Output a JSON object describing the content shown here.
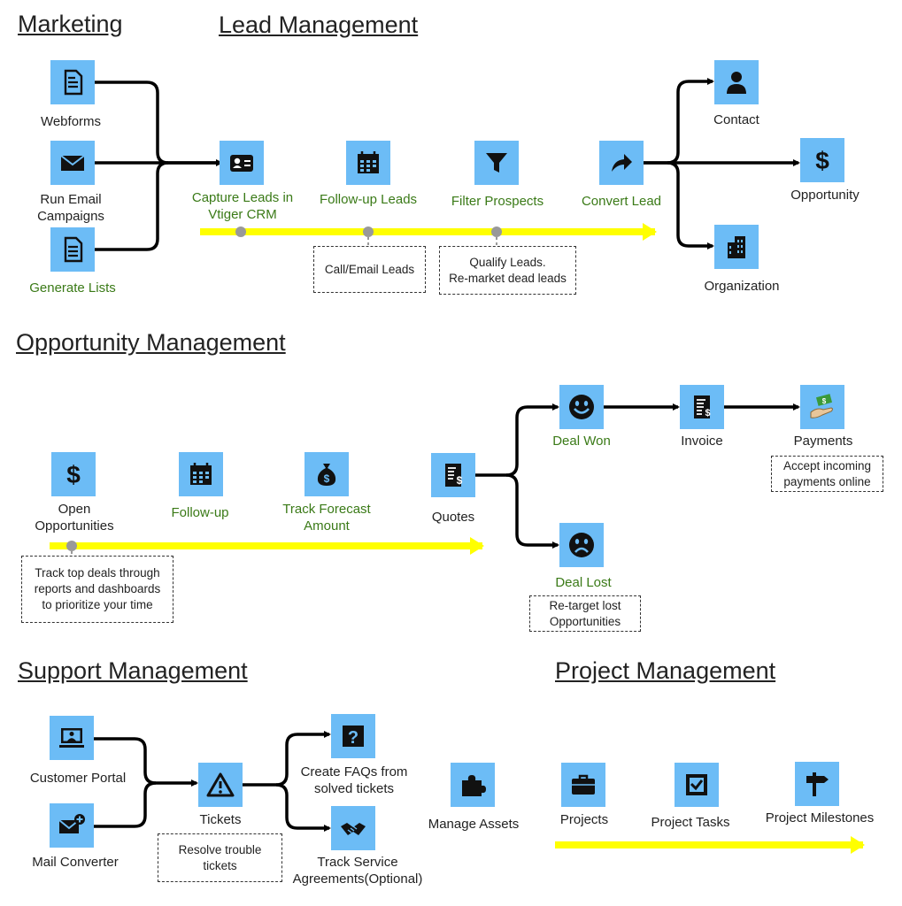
{
  "headings": {
    "marketing": "Marketing",
    "lead": "Lead Management",
    "opportunity": "Opportunity Management",
    "support": "Support Management",
    "project": "Project Management"
  },
  "marketing": {
    "webforms": "Webforms",
    "run_email": "Run Email\nCampaigns",
    "generate_lists": "Generate Lists"
  },
  "lead": {
    "capture": "Capture Leads in\nVtiger CRM",
    "followup": "Follow-up Leads",
    "filter": "Filter Prospects",
    "convert": "Convert Lead",
    "contact": "Contact",
    "opportunity": "Opportunity",
    "organization": "Organization",
    "note_call": "Call/Email Leads",
    "note_qualify": "Qualify Leads.\nRe-market dead leads"
  },
  "opportunity": {
    "open": "Open\nOpportunities",
    "followup": "Follow-up",
    "forecast": "Track Forecast\nAmount",
    "quotes": "Quotes",
    "deal_won": "Deal Won",
    "invoice": "Invoice",
    "payments": "Payments",
    "deal_lost": "Deal Lost",
    "note_track": "Track top deals through\nreports and dashboards\n to prioritize your time",
    "note_payments": "Accept incoming\npayments online",
    "note_retarget": "Re-target lost\nOpportunities"
  },
  "support": {
    "customer_portal": "Customer Portal",
    "mail_converter": "Mail Converter",
    "tickets": "Tickets",
    "faqs": "Create FAQs from\nsolved tickets",
    "service": "Track Service\nAgreements(Optional)",
    "note_resolve": "Resolve trouble\ntickets",
    "manage_assets": "Manage Assets"
  },
  "project": {
    "projects": "Projects",
    "tasks": "Project Tasks",
    "milestones": "Project Milestones"
  },
  "colors": {
    "icon_bg": "#6cbcf6",
    "highlight_label": "#3a7a17",
    "timeline": "#ffff00",
    "connector": "#000000"
  }
}
